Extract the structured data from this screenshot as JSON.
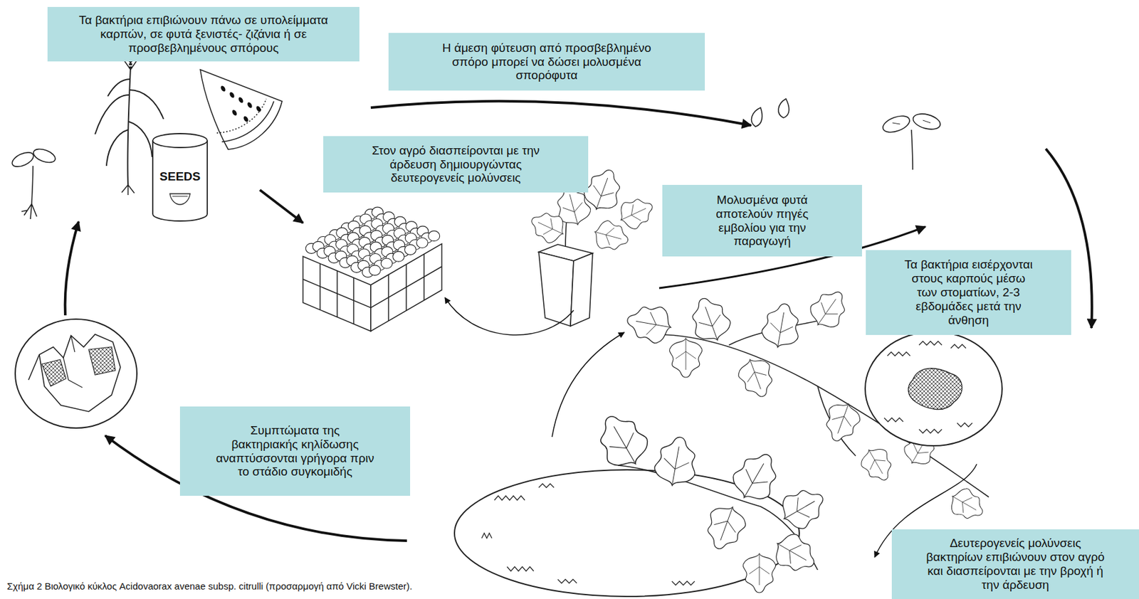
{
  "diagram": {
    "caption": "Σχήμα 2 Βιολογικό κύκλος Acidovaorax avenae subsp. citrulli (προσαρμογή από Vicki Brewster).",
    "nodes": [
      {
        "text": [
          "Τα βακτήρια επιβιώνουν πάνω σε υπολείμματα καρπών, σε φυτά ξενιστές- ζιζάνια ή σε προσβεβλημένους σπόρους"
        ]
      },
      {
        "text": [
          "Η άμεση φύτευση από προσβεβλημένο σπόρο μπορεί να δώσει μολυσμένα σπορόφυτα"
        ]
      },
      {
        "text": [
          "Στον αγρό διασπείρονται με την άρδευση δημιουργώντας δευτερογενείς μολύνσεις"
        ]
      },
      {
        "text": [
          "Μολυσμένα φυτά αποτελούν πηγές εμβολίου για την παραγωγή"
        ]
      },
      {
        "text": [
          "Τα βακτήρια εισέρχονται στους καρπούς μέσω των στοματίων, 2-3 εβδομάδες μετά την άνθηση"
        ]
      },
      {
        "text": [
          "Συμπτώματα της βακτηριακής κηλίδωσης αναπτύσσονται γρήγορα πριν το στάδιο συγκομιδής"
        ]
      },
      {
        "text": [
          "Δευτερογενείς μολύνσεις βακτηρίων επιβιώνουν στον αγρό και διασπείρονται με την βροχή ή την άρδευση"
        ]
      }
    ],
    "labels": [
      "SEEDS"
    ]
  }
}
